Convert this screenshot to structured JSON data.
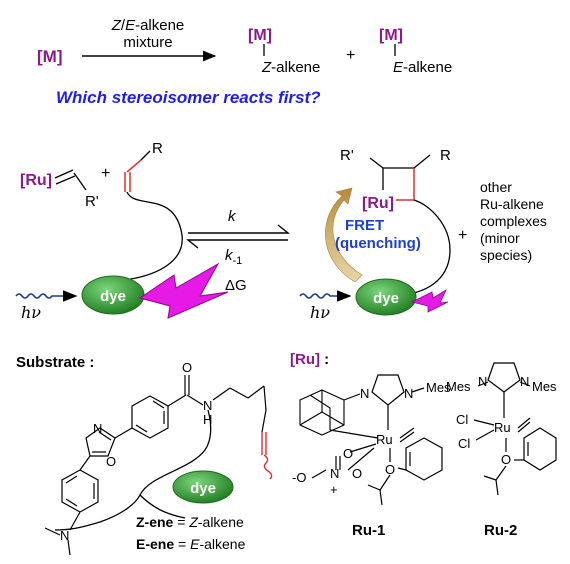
{
  "top": {
    "metal": "[M]",
    "arrow_label_line1": "Z/E-alkene",
    "arrow_label_line2": "mixture",
    "product_z_metal": "[M]",
    "product_z_label": "Z-alkene",
    "plus": "+",
    "product_e_metal": "[M]",
    "product_e_label": "E-alkene",
    "question": "Which stereoisomer reacts first?"
  },
  "scheme": {
    "ru_left": "[Ru]",
    "r_prime_left": "R'",
    "plus": "+",
    "r_left": "R",
    "dye_left": "dye",
    "hv_left": "hν",
    "k_forward": "k",
    "k_reverse": "k-1",
    "delta_g": "ΔG",
    "r_prime_right": "R'",
    "r_right": "R",
    "ru_right": "[Ru]",
    "fret_line1": "FRET",
    "fret_line2": "(quenching)",
    "dye_right": "dye",
    "hv_right": "hν",
    "plus_right": "+",
    "other_lines": [
      "other",
      "Ru-alkene",
      "complexes",
      "(minor",
      "species)"
    ]
  },
  "bottom": {
    "substrate_heading": "Substrate :",
    "ru_heading": "[Ru]",
    "ru_heading_colon": " :",
    "atoms": {
      "O_amide": "O",
      "NH": "N",
      "H": "H",
      "N_ox": "N",
      "O_ox": "O",
      "N_amine": "N",
      "N1_ru1": "N",
      "N2_ru1": "N",
      "mes": "Mes",
      "Ru": "Ru",
      "O_ru1": "O",
      "N_nitrate": "N",
      "O_a": "O",
      "O_b": "O",
      "minus_O": "-O",
      "plus": "+",
      "N1_ru2": "N",
      "N2_ru2": "N",
      "Cl": "Cl",
      "O_ru2": "O"
    },
    "dye": "dye",
    "z_ene_bold": "Z-ene",
    "z_ene_eq": " = ",
    "z_ene_italic": "Z",
    "z_ene_rest": "-alkene",
    "e_ene_bold": "E-ene",
    "e_ene_eq": " = ",
    "e_ene_italic": "E",
    "e_ene_rest": "-alkene",
    "ru1_label": "Ru-1",
    "ru2_label": "Ru-2"
  },
  "colors": {
    "metal_purple": "#8B1A8B",
    "question_blue": "#1E1EE6",
    "fret_blue": "#1E3FCC",
    "dye_green": "#2E8B2E",
    "bolt_magenta": "#E619E6",
    "alkene_red": "#E03030",
    "wave_blue": "#1A3A9A",
    "fret_arrow_gold": "#C9A45A"
  }
}
